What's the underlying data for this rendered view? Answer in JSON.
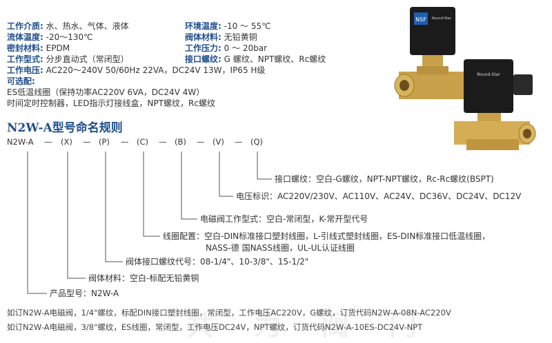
{
  "specs_left": [
    {
      "label": "工作介质:",
      "value": "水、热水、气体、液体"
    },
    {
      "label": "流体温度:",
      "value": "-20～130℃"
    },
    {
      "label": "密封材料:",
      "value": "EPDM"
    },
    {
      "label": "工作型式:",
      "value": "分步直动式（常闭型）"
    },
    {
      "label": "工作电压:",
      "value": "AC220～240V 50/60Hz 22VA，DC24V 13W，IP65 H级"
    },
    {
      "label": "可选配:",
      "value": ""
    }
  ],
  "specs_right": [
    {
      "label": "环境温度:",
      "value": "-10 ～ 55℃"
    },
    {
      "label": "阀体材料:",
      "value": "无铅黄铜"
    },
    {
      "label": "工作压力:",
      "value": "0 ～ 20bar"
    },
    {
      "label": "接口螺纹:",
      "value": "G 螺纹、NPT螺纹、Rc螺纹"
    }
  ],
  "options": [
    "ES低温线圈（保持功率AC220V 6VA，DC24V 4W）",
    "时间定时控制器，LED指示灯接线盒，NPT螺纹，Rc螺纹"
  ],
  "heading": "N2W-A型号命名规则",
  "code": {
    "prefix": "N2W-A",
    "parts": [
      "(X)",
      "(P)",
      "(C)",
      "(B)",
      "(V)",
      "(Q)"
    ],
    "dash": "—"
  },
  "descriptions": [
    "接口螺纹：空白-G螺纹，NPT-NPT螺纹，Rc-Rc螺纹(BSPT)",
    "电压标识：AC220V/230V、AC110V、AC24V、DC36V、DC24V、DC12V",
    "电磁阀工作型式：空白-常闭型，K-常开型代号",
    "线圈配置：空白-DIN标准接口塑封线圈，L-引线式塑封线圈，ES-DIN标准接口低温线圈，",
    "NASS-德 国NASS线圈，UL-UL认证线圈",
    "阀体接口螺纹代号：08-1/4\"、10-3/8\"、15-1/2\"",
    "阀体材料：空白-标配无铅黄铜",
    "产品型号：N2W-A"
  ],
  "examples": [
    "如订N2W-A电磁阀，1/4\"螺纹，标配DIN接口塑封线圈，常闭型，工作电压AC220V，G螺纹，订货代码N2W-A-08N-AC220V",
    "如订N2W-A电磁阀，3/8\"螺纹，ES线圈，常闭型，工作电压DC24V，NPT螺纹，订货代码N2W-A-10ES-DC24V-NPT"
  ],
  "product_labels": {
    "valve1_badge": "NSF",
    "brand": "Round-Star"
  },
  "watermark": "共 为 阀 门",
  "colors": {
    "label_blue": "#1f4e8c",
    "line_gray": "#555555",
    "brass": "#c9a14a",
    "coil_black": "#1b1b1b"
  }
}
